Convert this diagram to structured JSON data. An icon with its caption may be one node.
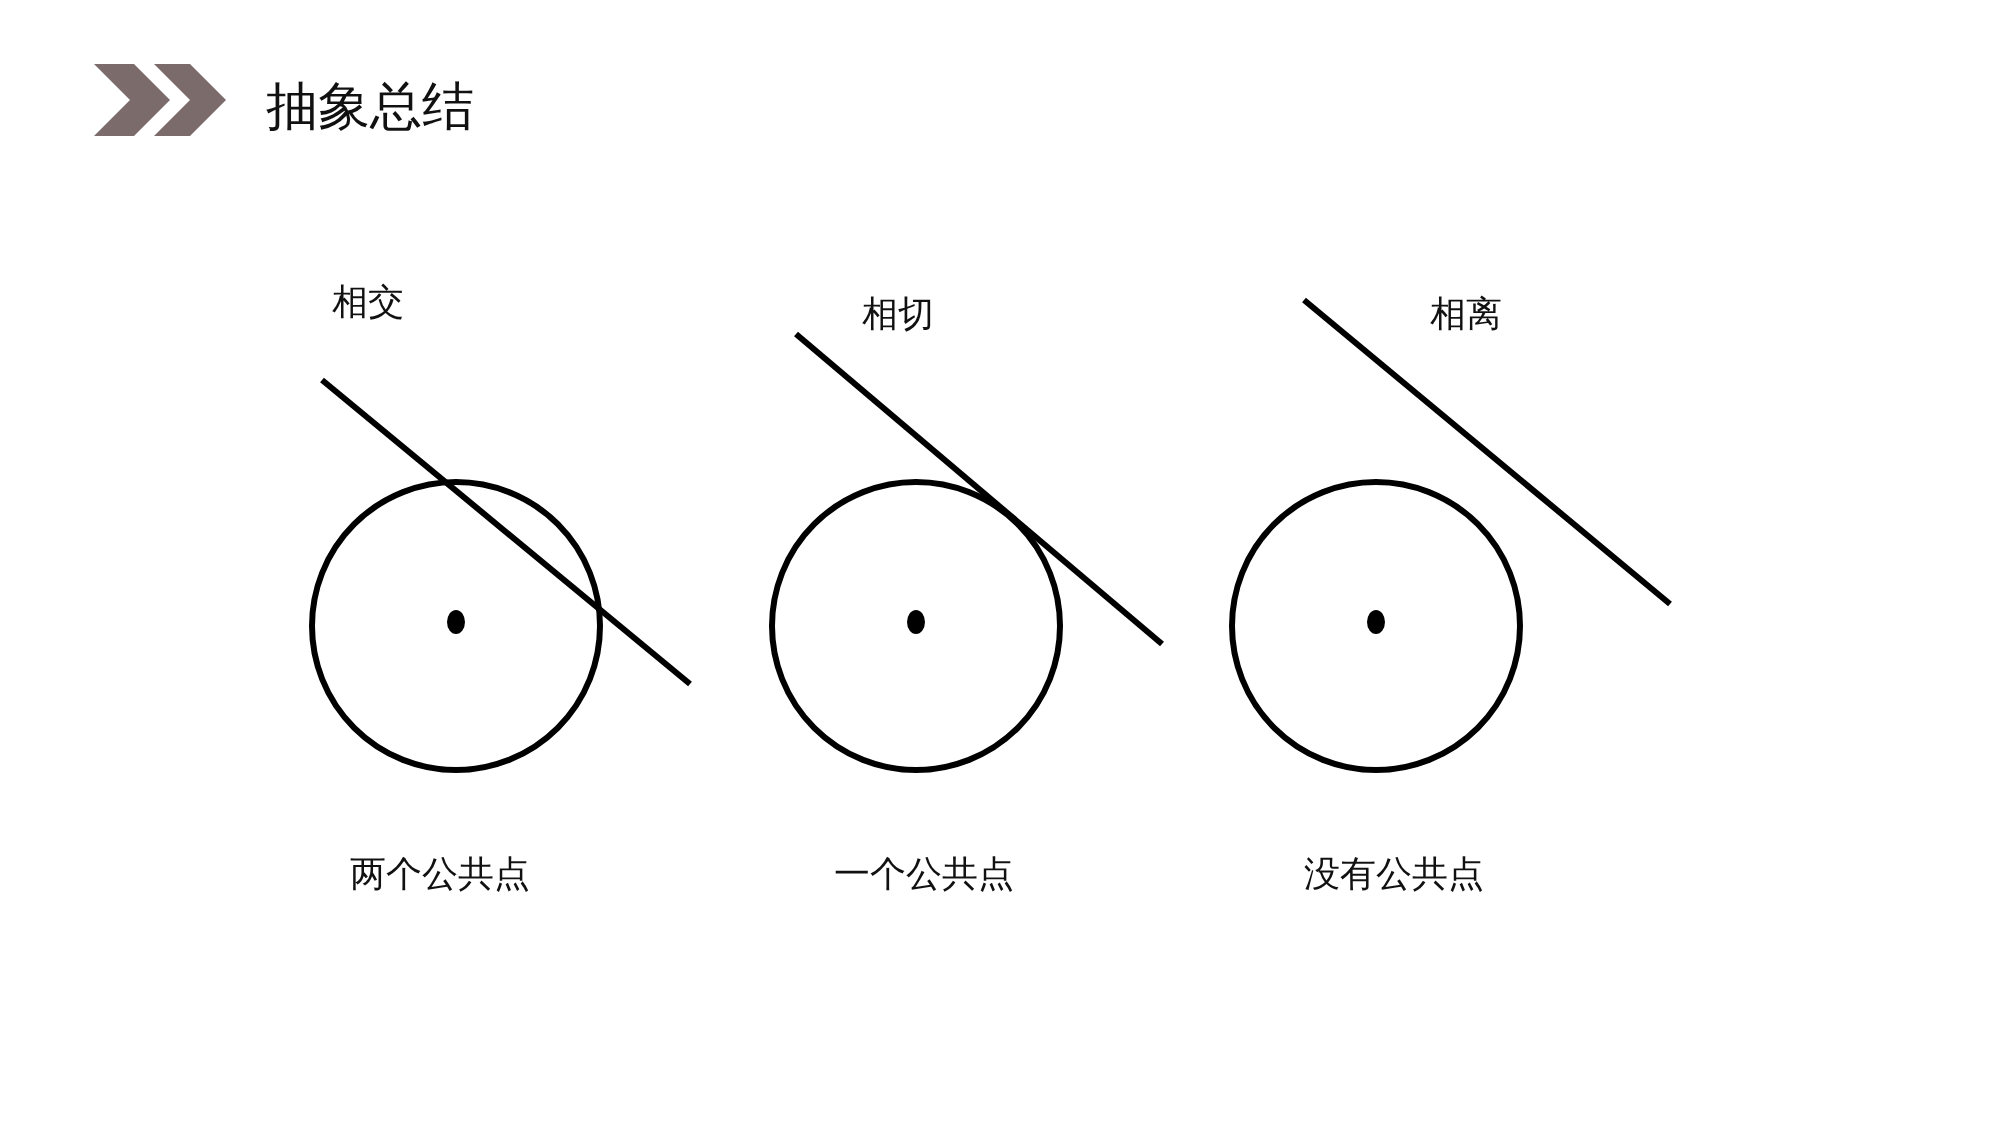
{
  "diagram": {
    "title": "抽象总结",
    "labels": [
      "相交",
      "相切",
      "相离",
      "两个公共点",
      "一个公共点",
      "没有公共点"
    ]
  }
}
